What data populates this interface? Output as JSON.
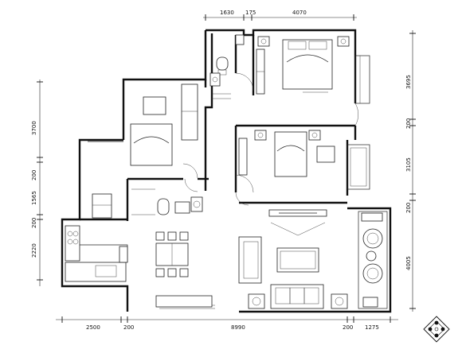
{
  "dimensions": {
    "top": [
      "1630",
      "175",
      "4070"
    ],
    "bottom": [
      "2500",
      "200",
      "8990",
      "200",
      "1275"
    ],
    "left": [
      "3700",
      "200",
      "1565",
      "200",
      "2220"
    ],
    "right": [
      "3695",
      "200",
      "3105",
      "200",
      "4005"
    ]
  },
  "colors": {
    "line": "#111111",
    "background": "#ffffff",
    "hatch": "#555555"
  },
  "icons": {
    "compass": "compass-rose-icon"
  }
}
